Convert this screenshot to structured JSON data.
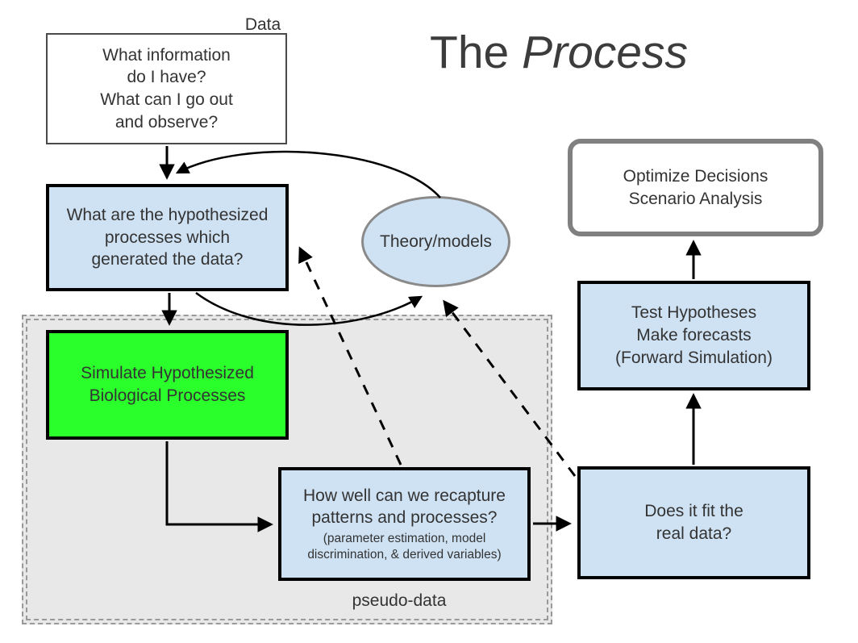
{
  "title": {
    "prefix": "The ",
    "emphasis": "Process"
  },
  "annotations": {
    "data_label": "Data",
    "pseudo_data_label": "pseudo-data"
  },
  "nodes": {
    "information": {
      "text": "What information\ndo I have?\nWhat can I go out\nand observe?"
    },
    "hypothesized": {
      "text": "What are the hypothesized\nprocesses which\ngenerated the data?"
    },
    "theory": {
      "text": "Theory/models"
    },
    "optimize": {
      "text": "Optimize Decisions\nScenario Analysis"
    },
    "simulate": {
      "text": "Simulate Hypothesized\nBiological Processes"
    },
    "recapture": {
      "text": "How well can we recapture\npatterns and processes?",
      "subtext": "(parameter estimation, model\ndiscrimination, & derived variables)"
    },
    "test": {
      "text": "Test Hypotheses\nMake forecasts\n(Forward Simulation)"
    },
    "fit": {
      "text": "Does it fit the\nreal data?"
    }
  },
  "colors": {
    "node_blue": "#cfe2f3",
    "node_green": "#2bff2b",
    "panel_gray": "#e8e8e8",
    "node_border_black": "#000000",
    "rounded_border_gray": "#808080",
    "dashed_panel_border_gray": "#999999",
    "arrow_black": "#000000"
  }
}
